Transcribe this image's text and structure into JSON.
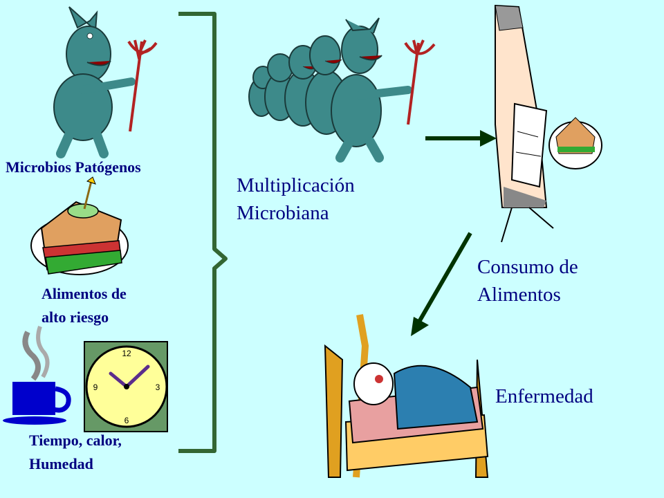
{
  "diagram": {
    "inputs": {
      "microbes_label": "Microbios Patógenos",
      "foods_label_line1": "Alimentos de",
      "foods_label_line2": "alto riesgo",
      "conditions_label_line1": "Tiempo, calor,",
      "conditions_label_line2": "Humedad"
    },
    "stages": {
      "multiplication_line1": "Multiplicación",
      "multiplication_line2": "Microbiana",
      "consumption_line1": "Consumo de",
      "consumption_line2": "Alimentos",
      "disease": "Enfermedad"
    }
  },
  "colors": {
    "background": "#ccffff",
    "text": "#000080",
    "arrow": "#003300",
    "bracket": "#336633",
    "microbe_body": "#3d8a8a",
    "cup": "#0000cc",
    "clock_face": "#ffff99"
  }
}
